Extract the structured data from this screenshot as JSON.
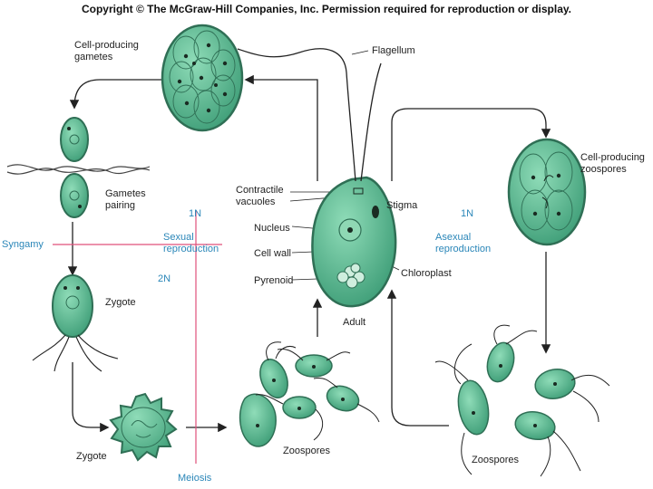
{
  "copyright": "Copyright © The McGraw-Hill Companies, Inc. Permission required for reproduction or display.",
  "labels": {
    "cell_producing_gametes_1": "Cell-producing",
    "cell_producing_gametes_2": "gametes",
    "flagellum": "Flagellum",
    "cell_producing_zoospores_1": "Cell-producing",
    "cell_producing_zoospores_2": "zoospores",
    "gametes_pairing_1": "Gametes",
    "gametes_pairing_2": "pairing",
    "contractile_vacuoles_1": "Contractile",
    "contractile_vacuoles_2": "vacuoles",
    "stigma": "Stigma",
    "nucleus": "Nucleus",
    "cell_wall": "Cell wall",
    "pyrenoid": "Pyrenoid",
    "chloroplast": "Chloroplast",
    "adult": "Adult",
    "zygote_top": "Zygote",
    "zygote_bottom": "Zygote",
    "zoospores_left": "Zoospores",
    "zoospores_right": "Zoospores",
    "syngamy": "Syngamy",
    "one_n_left": "1N",
    "sexual_reproduction_1": "Sexual",
    "sexual_reproduction_2": "reproduction",
    "two_n": "2N",
    "meiosis": "Meiosis",
    "one_n_right": "1N",
    "asexual_reproduction_1": "Asexual",
    "asexual_reproduction_2": "reproduction"
  },
  "colors": {
    "cell_fill": "#5cbf97",
    "cell_stroke": "#2f6f55",
    "accent_blue": "#2a86b8",
    "divider_pink": "#e0507a",
    "arrow": "#222222"
  }
}
